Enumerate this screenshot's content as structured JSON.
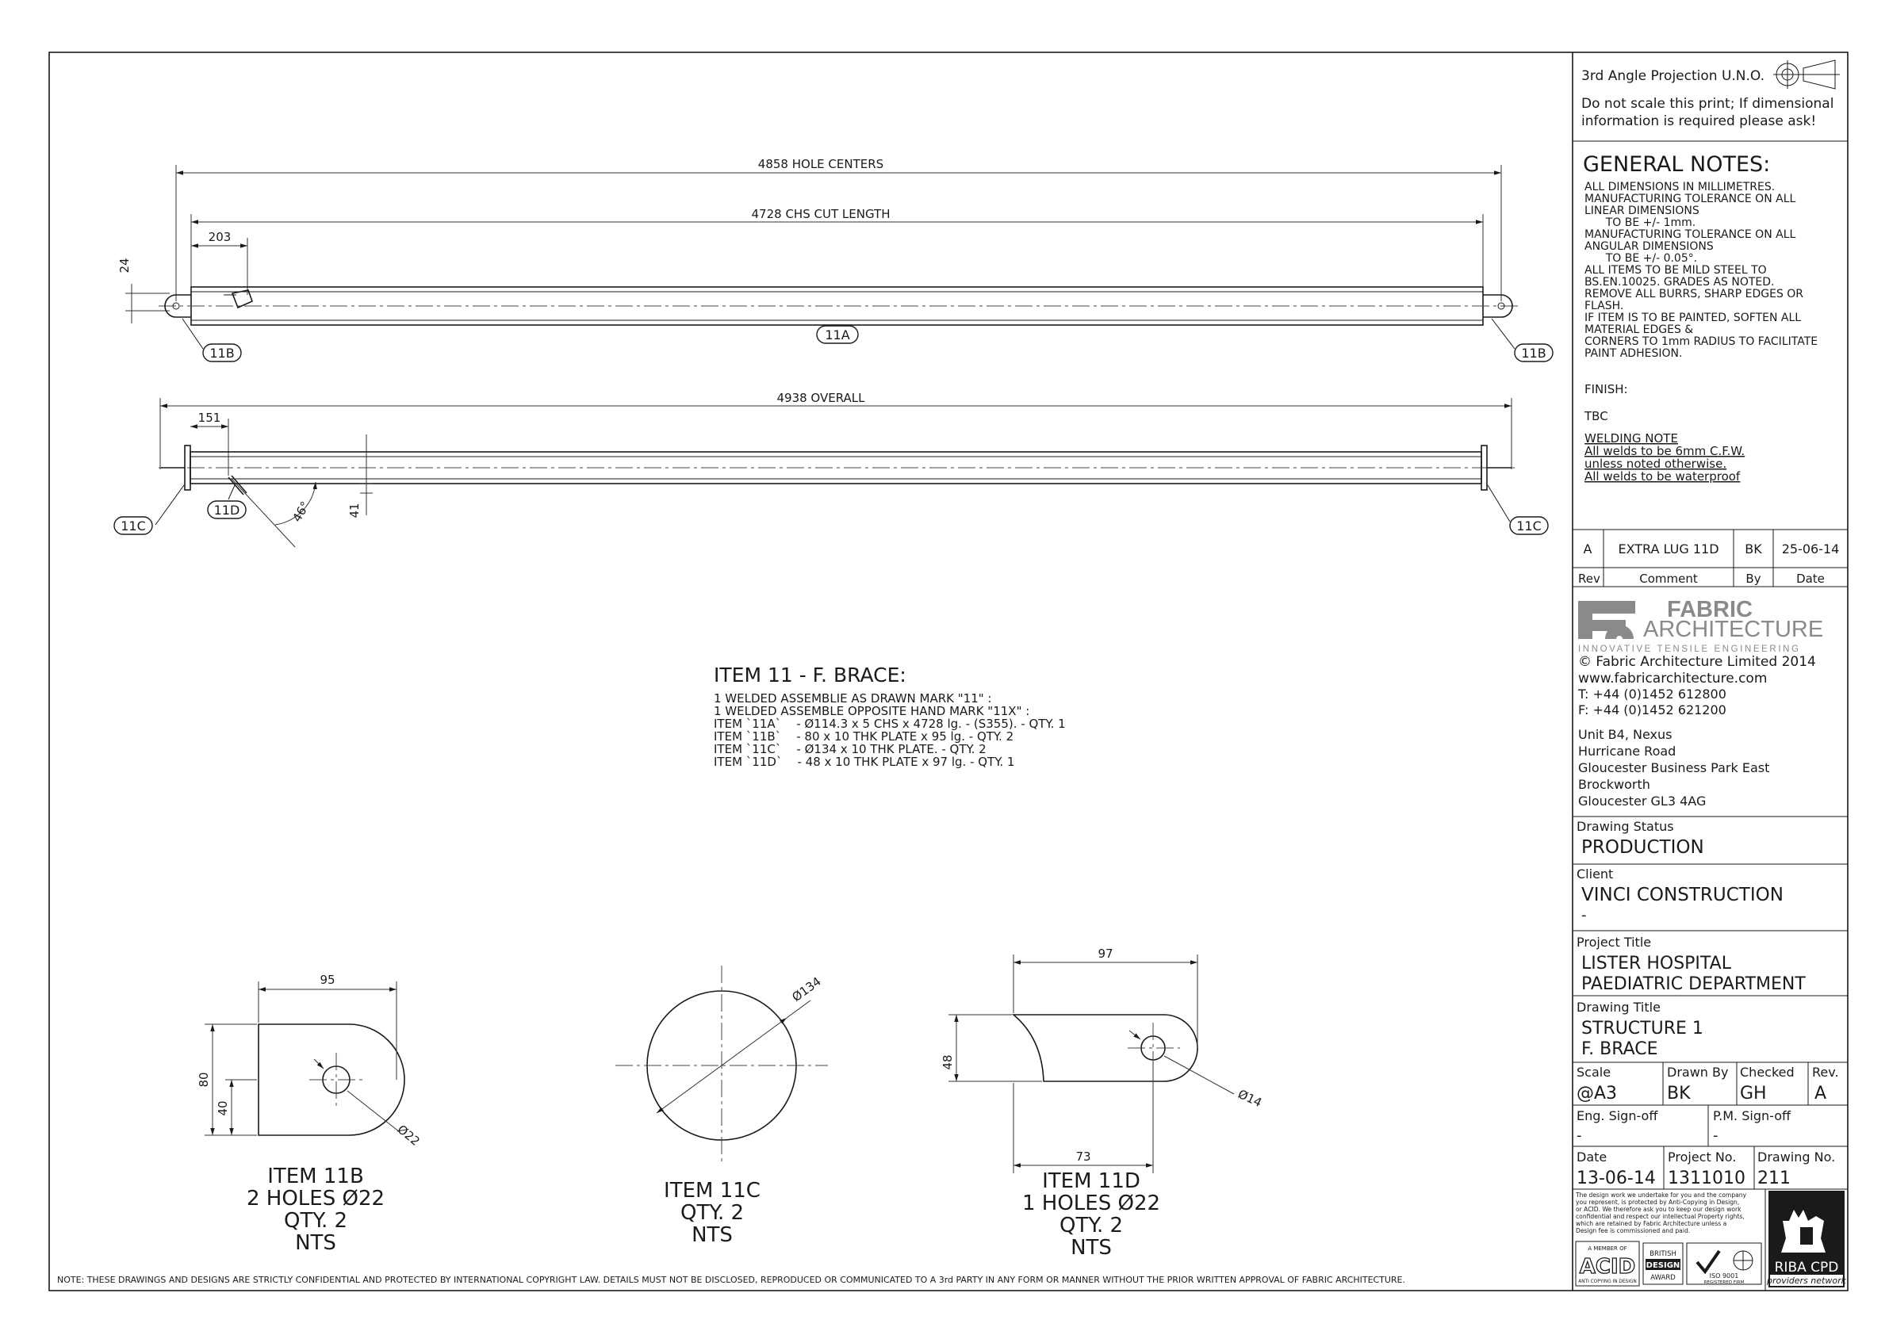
{
  "title_block": {
    "projection": "3rd Angle Projection U.N.O.",
    "scale_warning": [
      "Do not scale this print; If dimensional",
      "information is required please ask!"
    ],
    "general_notes_title": "GENERAL NOTES:",
    "general_notes": [
      "ALL DIMENSIONS IN MILLIMETRES.",
      "MANUFACTURING TOLERANCE ON ALL",
      "LINEAR DIMENSIONS",
      "      TO BE +/- 1mm.",
      "MANUFACTURING TOLERANCE ON ALL",
      "ANGULAR DIMENSIONS",
      "      TO BE +/- 0.05°.",
      "ALL ITEMS TO BE MILD STEEL TO",
      "BS.EN.10025. GRADES AS NOTED.",
      "REMOVE ALL BURRS, SHARP EDGES OR",
      "FLASH.",
      "IF ITEM IS TO BE PAINTED, SOFTEN ALL",
      "MATERIAL EDGES &",
      "CORNERS TO 1mm RADIUS TO FACILITATE",
      "PAINT ADHESION."
    ],
    "finish_label": "FINISH:",
    "finish_value": "TBC",
    "welding_note": [
      "WELDING NOTE",
      "All welds to be 6mm C.F.W.",
      "unless noted otherwise.",
      "All welds to be waterproof"
    ],
    "revision": {
      "rev": "A",
      "comment": "EXTRA LUG 11D",
      "by": "BK",
      "date": "25-06-14"
    },
    "revision_headers": {
      "rev": "Rev",
      "comment": "Comment",
      "by": "By",
      "date": "Date"
    },
    "company": {
      "name_top": "FABRIC",
      "name_bottom": "ARCHITECTURE",
      "tagline": "INNOVATIVE TENSILE ENGINEERING",
      "copyright": "© Fabric Architecture Limited 2014",
      "website": "www.fabricarchitecture.com",
      "phone": "T: +44 (0)1452 612800",
      "fax": "F: +44 (0)1452 621200",
      "address": [
        "Unit B4, Nexus",
        "Hurricane Road",
        "Gloucester Business Park East",
        "Brockworth",
        "Gloucester GL3 4AG"
      ]
    },
    "drawing_status_label": "Drawing Status",
    "drawing_status": "PRODUCTION",
    "client_label": "Client",
    "client": "VINCI CONSTRUCTION",
    "client_extra": "-",
    "project_title_label": "Project Title",
    "project_title": [
      "LISTER HOSPITAL",
      "PAEDIATRIC DEPARTMENT"
    ],
    "drawing_title_label": "Drawing Title",
    "drawing_title": [
      "STRUCTURE 1",
      "F. BRACE"
    ],
    "scale_label": "Scale",
    "scale": "@A3",
    "drawn_by_label": "Drawn By",
    "drawn_by": "BK",
    "checked_label": "Checked",
    "checked": "GH",
    "rev_label": "Rev.",
    "rev": "A",
    "eng_signoff_label": "Eng. Sign-off",
    "eng_signoff": "-",
    "pm_signoff_label": "P.M. Sign-off",
    "pm_signoff": "-",
    "date_label": "Date",
    "date": "13-06-14",
    "project_no_label": "Project No.",
    "project_no": "1311010",
    "drawing_no_label": "Drawing No.",
    "drawing_no": "211",
    "legal_text": [
      "The design work we undertake for you and the company",
      "you represent, is protected by Anti-Copying in Design,",
      "or ACID. We therefore ask you to keep our design work",
      "confidential and respect our intellectual Property rights,",
      "which are retained by Fabric Architecture unless a",
      "Design fee is commissioned and paid."
    ],
    "logos": {
      "acid_top": "A MEMBER OF",
      "acid": "ACID",
      "acid_bottom": "ANTI COPYING IN DESIGN",
      "bda_1": "BRITISH",
      "bda_2": "DESIGN",
      "bda_3": "AWARD",
      "iso": "ISO 9001",
      "iso_bottom": "REGISTERED FIRM",
      "riba": "RIBA CPD",
      "riba_bottom": "providers network"
    }
  },
  "drawing": {
    "dims": {
      "hole_centers": "4858 HOLE CENTERS",
      "cut_length": "4728 CHS CUT LENGTH",
      "lug_offset": "203",
      "lug_height": "24",
      "overall": "4938 OVERALL",
      "plate_offset": "151",
      "angle": "46°",
      "plate_depth": "41"
    },
    "tags": {
      "a": "11A",
      "b": "11B",
      "c": "11C",
      "d": "11D"
    },
    "item_title": "ITEM 11 - F. BRACE:",
    "item_lines": [
      "1 WELDED ASSEMBLIE AS DRAWN MARK \"11\" :",
      "1 WELDED ASSEMBLE OPPOSITE HAND MARK \"11X\" :",
      "ITEM `11A`    - Ø114.3 x 5 CHS x 4728 lg. - (S355). - QTY. 1",
      "ITEM `11B`    - 80 x 10 THK PLATE x 95 lg. - QTY. 2",
      "ITEM `11C`    - Ø134 x 10 THK PLATE. - QTY. 2",
      "ITEM `11D`    - 48 x 10 THK PLATE x 97 lg. - QTY. 1"
    ],
    "detail_11b": {
      "width": "95",
      "height": "80",
      "half": "40",
      "hole": "Ø22",
      "caption": [
        "ITEM 11B",
        "2 HOLES Ø22",
        "QTY. 2",
        "NTS"
      ]
    },
    "detail_11c": {
      "dia": "Ø134",
      "caption": [
        "ITEM 11C",
        "QTY. 2",
        "NTS"
      ]
    },
    "detail_11d": {
      "width": "97",
      "height": "48",
      "inner": "73",
      "hole": "Ø14",
      "caption": [
        "ITEM 11D",
        "1 HOLES Ø22",
        "QTY. 2",
        "NTS"
      ]
    },
    "footer_note": "NOTE: THESE DRAWINGS AND DESIGNS ARE STRICTLY CONFIDENTIAL AND PROTECTED BY INTERNATIONAL COPYRIGHT LAW. DETAILS MUST NOT BE DISCLOSED, REPRODUCED OR COMMUNICATED TO A 3rd PARTY IN ANY FORM OR MANNER WITHOUT THE PRIOR WRITTEN APPROVAL OF FABRIC ARCHITECTURE."
  },
  "colors": {
    "line": "#1a1a1a",
    "logo_grey": "#8a8a8a",
    "paper": "#ffffff"
  }
}
